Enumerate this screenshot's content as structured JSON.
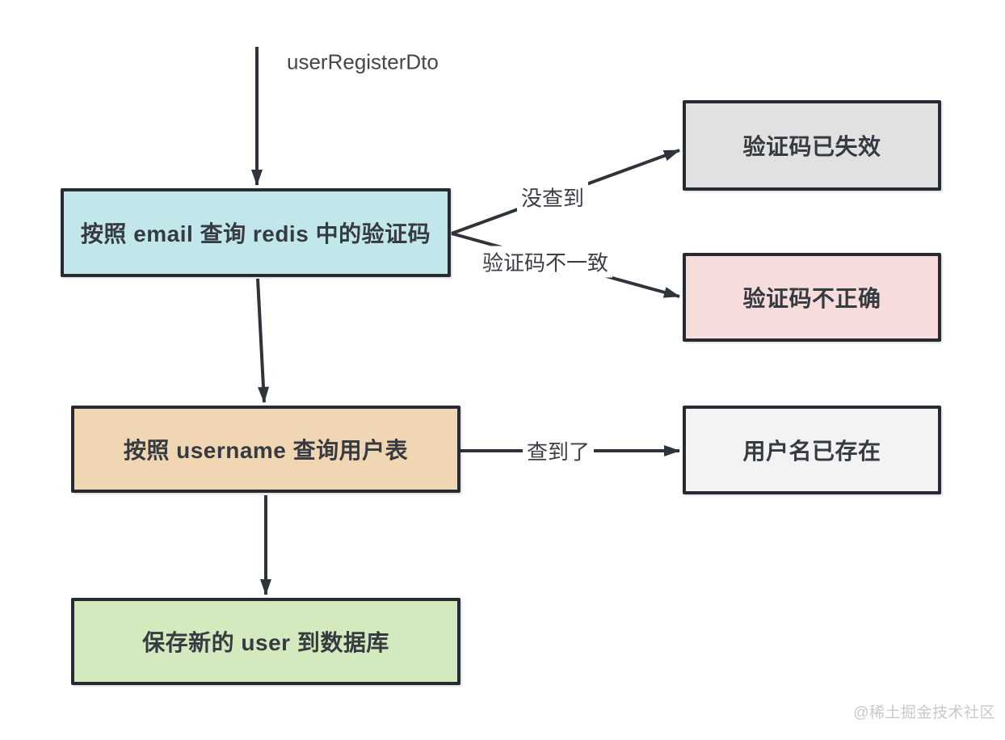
{
  "nodes": [
    {
      "label": "按照 email 查询 redis 中的验证码",
      "fill": "#c2e7eb"
    },
    {
      "label": "验证码已失效",
      "fill": "#e1e1e1"
    },
    {
      "label": "验证码不正确",
      "fill": "#f6dddc"
    },
    {
      "label": "按照 username 查询用户表",
      "fill": "#f1d6b4"
    },
    {
      "label": "用户名已存在",
      "fill": "#f3f3f3"
    },
    {
      "label": "保存新的 user 到数据库",
      "fill": "#d2eabd"
    }
  ],
  "edges": {
    "input_label": "userRegisterDto",
    "not_found_label": "没查到",
    "mismatch_label": "验证码不一致",
    "found_label": "查到了"
  },
  "watermark": "@稀土掘金技术社区",
  "colors": {
    "border": "#262a32",
    "arrow": "#2f333a",
    "node_text": "#363b42",
    "edge_label_text": "#3c4046",
    "watermark": "#c9c9c9",
    "background": "#ffffff"
  }
}
